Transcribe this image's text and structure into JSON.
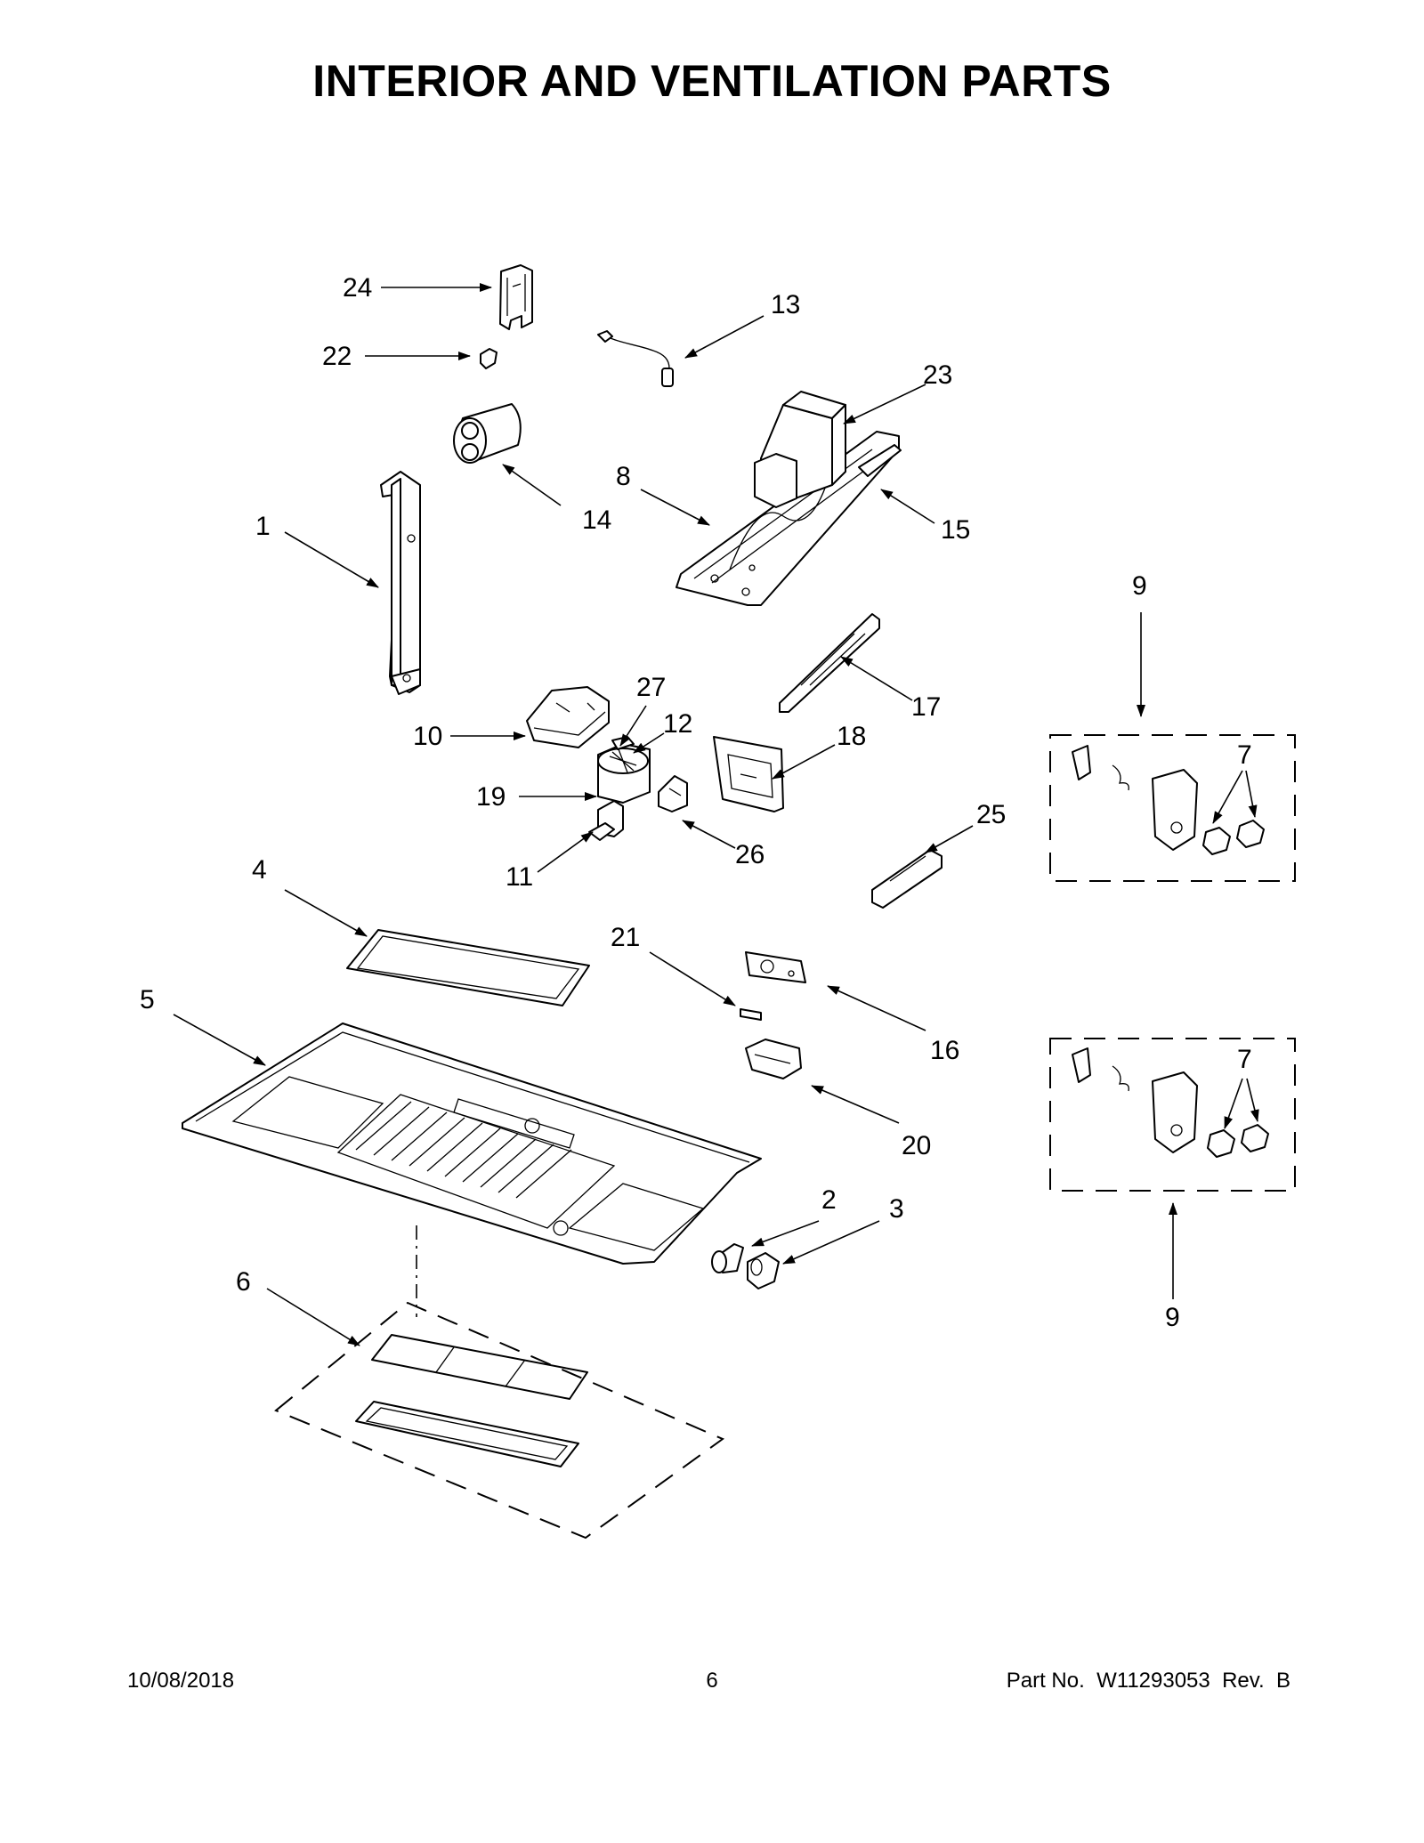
{
  "title": "INTERIOR AND VENTILATION PARTS",
  "footer": {
    "date": "10/08/2018",
    "page": "6",
    "part_number": "Part No.  W11293053  Rev.  B"
  },
  "callouts": {
    "c1": "1",
    "c2": "2",
    "c3": "3",
    "c4": "4",
    "c5": "5",
    "c6": "6",
    "c7a": "7",
    "c7b": "7",
    "c8": "8",
    "c9a": "9",
    "c9b": "9",
    "c10": "10",
    "c11": "11",
    "c12": "12",
    "c13": "13",
    "c14": "14",
    "c15": "15",
    "c16": "16",
    "c17": "17",
    "c18": "18",
    "c19": "19",
    "c20": "20",
    "c21": "21",
    "c22": "22",
    "c23": "23",
    "c24": "24",
    "c25": "25",
    "c26": "26",
    "c27": "27"
  }
}
